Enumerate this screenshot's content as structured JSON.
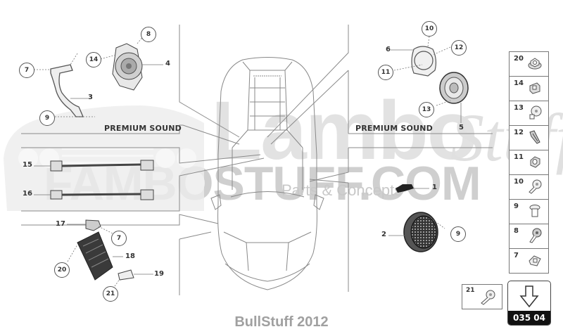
{
  "diagram": {
    "title_footer": "BullStuff 2012",
    "page_code": "035 04",
    "section_labels": {
      "left": "PREMIUM SOUND",
      "right": "PREMIUM SOUND"
    },
    "watermark": {
      "main": "FAMBOSTUFF.COM",
      "big": "Lambo",
      "script": "Stuff",
      "sub": "Parts & Concepts"
    },
    "callouts_left_top": [
      {
        "id": "8",
        "type": "circle"
      },
      {
        "id": "14",
        "type": "circle"
      },
      {
        "id": "7",
        "type": "circle"
      },
      {
        "id": "9",
        "type": "circle"
      },
      {
        "id": "4",
        "type": "leader"
      },
      {
        "id": "3",
        "type": "leader"
      }
    ],
    "callouts_left_mid": [
      {
        "id": "15",
        "type": "leader"
      },
      {
        "id": "16",
        "type": "leader"
      }
    ],
    "callouts_left_bottom": [
      {
        "id": "17",
        "type": "leader"
      },
      {
        "id": "7",
        "type": "circle"
      },
      {
        "id": "18",
        "type": "leader"
      },
      {
        "id": "20",
        "type": "circle"
      },
      {
        "id": "19",
        "type": "leader"
      },
      {
        "id": "21",
        "type": "circle"
      }
    ],
    "callouts_right_top": [
      {
        "id": "10",
        "type": "circle"
      },
      {
        "id": "6",
        "type": "leader"
      },
      {
        "id": "12",
        "type": "circle"
      },
      {
        "id": "11",
        "type": "circle"
      },
      {
        "id": "13",
        "type": "circle"
      },
      {
        "id": "5",
        "type": "leader"
      }
    ],
    "callouts_right_bottom": [
      {
        "id": "1",
        "type": "leader"
      },
      {
        "id": "2",
        "type": "leader"
      },
      {
        "id": "9",
        "type": "circle"
      }
    ],
    "hardware_parts": [
      {
        "number": "20",
        "icon": "flange-nut-icon"
      },
      {
        "number": "14",
        "icon": "clip-nut-icon"
      },
      {
        "number": "13",
        "icon": "screw-icon"
      },
      {
        "number": "12",
        "icon": "spring-clip-icon"
      },
      {
        "number": "11",
        "icon": "nut-icon"
      },
      {
        "number": "10",
        "icon": "screw-icon"
      },
      {
        "number": "9",
        "icon": "bolt-icon"
      },
      {
        "number": "8",
        "icon": "screw-icon"
      },
      {
        "number": "7",
        "icon": "square-nut-icon"
      }
    ],
    "extra_part": {
      "number": "21",
      "icon": "screw-icon"
    },
    "nav_icon": "arrow-down-icon"
  }
}
